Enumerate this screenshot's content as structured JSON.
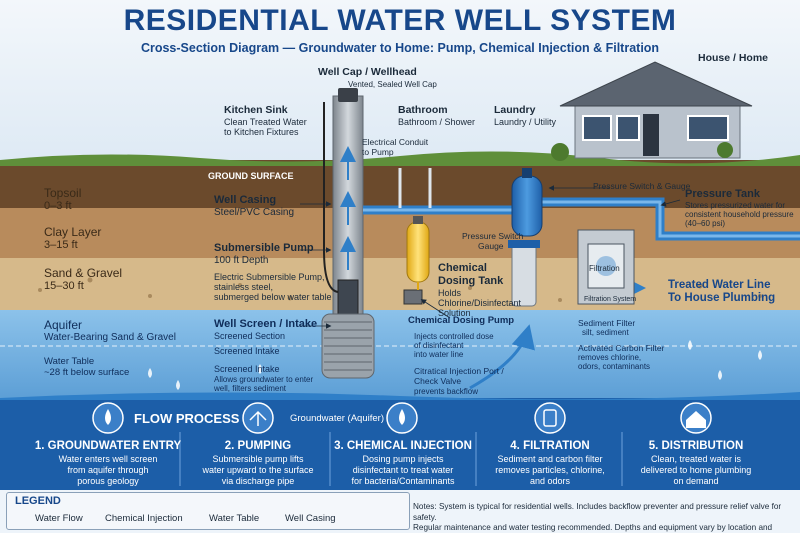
{
  "title": "RESIDENTIAL WATER WELL SYSTEM",
  "subtitle": "Cross-Section Diagram — Groundwater to Home: Pump, Chemical Injection & Filtration",
  "house_label": "House / Home",
  "ground_surface": "GROUND SURFACE",
  "soil_layers": [
    {
      "name": "Topsoil",
      "depth": "0–3 ft"
    },
    {
      "name": "Clay Layer",
      "depth": "3–15 ft"
    },
    {
      "name": "Sand & Gravel",
      "depth": "15–30 ft"
    }
  ],
  "aquifer": {
    "name": "Aquifer",
    "desc": "Water-Bearing Sand & Gravel"
  },
  "water_table": {
    "name": "Water Table",
    "desc": "~28 ft below surface"
  },
  "labels": {
    "well_cap": "Well Cap / Wellhead",
    "well_cap_sub": "Vented, Sealed Well Cap",
    "kitchen": "Kitchen Sink",
    "kitchen_sub1": "Clean Treated Water",
    "kitchen_sub2": "to Kitchen Fixtures",
    "electrical1": "Electrical Conduit",
    "electrical2": "to Pump",
    "bathroom": "Bathroom",
    "bathroom_sub": "Bathroom / Shower",
    "laundry": "Laundry",
    "laundry_sub": "Laundry / Utility",
    "casing": "Well Casing",
    "casing_sub": "Steel/PVC Casing",
    "pump": "Submersible Pump",
    "pump_depth": "100 ft Depth",
    "pump_desc1": "Electric Submersible Pump,",
    "pump_desc2": "stainless steel,",
    "pump_desc3": "submerged below water table",
    "screen": "Well Screen / Intake",
    "screen_sub": "Screened Section",
    "screened_intake": "Screened Intake",
    "screened_intake2": "Screened Intake",
    "intake_desc1": "Allows groundwater to enter",
    "intake_desc2": "well, filters sediment",
    "pressure_switch": "Pressure Switch & Gauge",
    "pressure_switch_gauge1": "Pressure Switch",
    "pressure_switch_gauge2": "Gauge",
    "pressure_tank": "Pressure Tank",
    "pressure_tank_desc1": "Stores pressurized water for",
    "pressure_tank_desc2": "consistent household pressure",
    "pressure_tank_desc3": "(40–60 psi)",
    "dosing_tank": "Chemical",
    "dosing_tank2": "Dosing Tank",
    "dosing_desc1": "Holds",
    "dosing_desc2": "Chlorine/Disinfectant",
    "dosing_desc3": "Solution",
    "dosing_pump": "Chemical Dosing Pump",
    "dosing_pump_desc1": "Injects controlled dose",
    "dosing_pump_desc2": "of disinfectant",
    "dosing_pump_desc3": "into water line",
    "injection_port1": "Citratical Injection Port /",
    "injection_port2": "Check Valve",
    "injection_port3": "prevents backflow",
    "filtration": "Filtration",
    "filtration_system": "Filtration System",
    "sediment1": "Sediment Filter",
    "sediment2": "silt, sediment",
    "carbon1": "Activated Carbon Filter",
    "carbon2": "removes chlorine,",
    "carbon3": "odors, contaminants",
    "treated1": "Treated Water Line",
    "treated2": "To House Plumbing",
    "groundwater": "Groundwater (Aquifer)",
    "flow_process": "FLOW PROCESS"
  },
  "steps": [
    {
      "title": "1. GROUNDWATER ENTRY",
      "lines": [
        "Water enters well screen",
        "from aquifer through",
        "porous geology"
      ]
    },
    {
      "title": "2. PUMPING",
      "lines": [
        "Submersible pump lifts",
        "water upward to the surface",
        "via discharge pipe"
      ]
    },
    {
      "title": "3. CHEMICAL INJECTION",
      "lines": [
        "Dosing pump injects",
        "disinfectant to treat water",
        "for bacteria/Contaminants"
      ]
    },
    {
      "title": "4. FILTRATION",
      "lines": [
        "Sediment and carbon filter",
        "removes particles, chlorine,",
        "and odors"
      ]
    },
    {
      "title": "5. DISTRIBUTION",
      "lines": [
        "Clean, treated water is",
        "delivered to home plumbing",
        "on demand"
      ]
    }
  ],
  "legend": {
    "title": "LEGEND",
    "water_flow": "Water Flow",
    "chemical": "Chemical Injection",
    "water_table": "Water Table",
    "casing": "Well Casing"
  },
  "notes": [
    "Notes: System is typical for residential wells. Includes backflow preventer and pressure relief valve for safety.",
    "Regular maintenance and water testing recommended. Depths and equipment vary by location and geology."
  ],
  "colors": {
    "title": "#17478a",
    "water": "#2f7fc8",
    "aquifer": "#7fb8e4",
    "soil_top": "#6b4a2c",
    "clay": "#b88b5c",
    "sand": "#d6b98a",
    "chemical": "#f2c230",
    "band": "#1c5ea8",
    "casing": "#9ea6ae"
  }
}
